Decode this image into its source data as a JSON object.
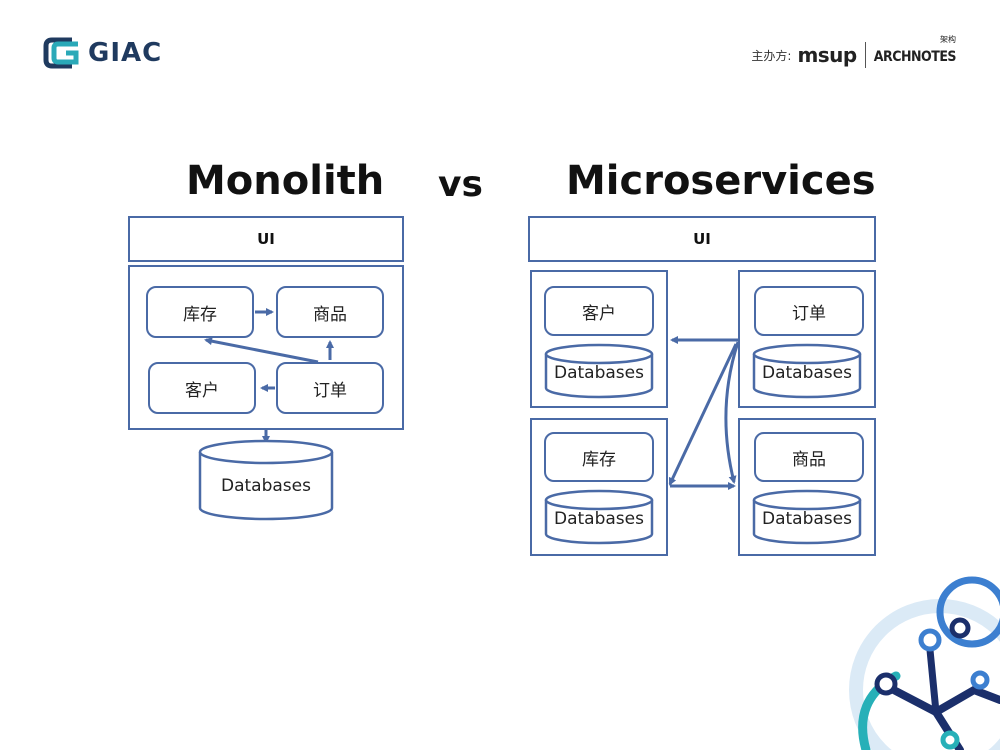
{
  "header": {
    "logo_text": "GIAC",
    "sponsor_label": "主办方:",
    "sponsor1": "msup",
    "sponsor2": "ARCHNOTES",
    "sponsor2_cn": "架构"
  },
  "titles": {
    "left": "Monolith",
    "middle": "vs",
    "right": "Microservices"
  },
  "monolith": {
    "ui": "UI",
    "modules": {
      "inventory": "库存",
      "product": "商品",
      "customer": "客户",
      "order": "订单"
    },
    "database": "Databases"
  },
  "microservices": {
    "ui": "UI",
    "services": {
      "customer": "客户",
      "order": "订单",
      "inventory": "库存",
      "product": "商品"
    },
    "database": "Databases"
  },
  "colors": {
    "line": "#4a6aa6",
    "text": "#111111",
    "logo": "#1f3a5f"
  },
  "icons": [
    "giac-logo-icon",
    "network-decoration-icon"
  ]
}
